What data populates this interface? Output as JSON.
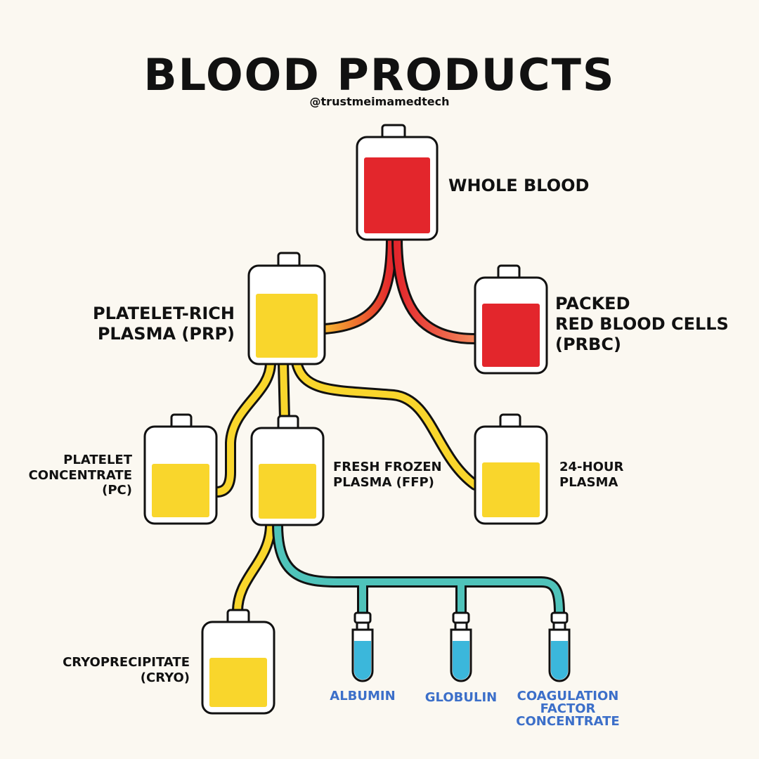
{
  "title": "BLOOD PRODUCTS",
  "handle": "@trustmeimamedtech",
  "products": {
    "whole_blood": "WHOLE BLOOD",
    "prbc": [
      "PACKED",
      "RED BLOOD CELLS",
      "(PRBC)"
    ],
    "prp": [
      "PLATELET-RICH",
      "PLASMA (PRP)"
    ],
    "pc": [
      "PLATELET",
      "CONCENTRATE",
      "(PC)"
    ],
    "ffp": [
      "FRESH FROZEN",
      "PLASMA (FFP)"
    ],
    "plasma24": [
      "24-HOUR",
      "PLASMA"
    ],
    "cryo": [
      "CRYOPRECIPITATE",
      "(CRYO)"
    ],
    "albumin": "ALBUMIN",
    "globulin": "GLOBULIN",
    "coag": [
      "COAGULATION",
      "FACTOR",
      "CONCENTRATE"
    ]
  },
  "colors": {
    "background": "#FBF8F1",
    "red": "#E3262C",
    "yellow": "#F9D62C",
    "teal": "#4FC3BA",
    "blue_fluid": "#3BB7DB",
    "label_blue": "#3C6FC9",
    "outline": "#111111"
  }
}
